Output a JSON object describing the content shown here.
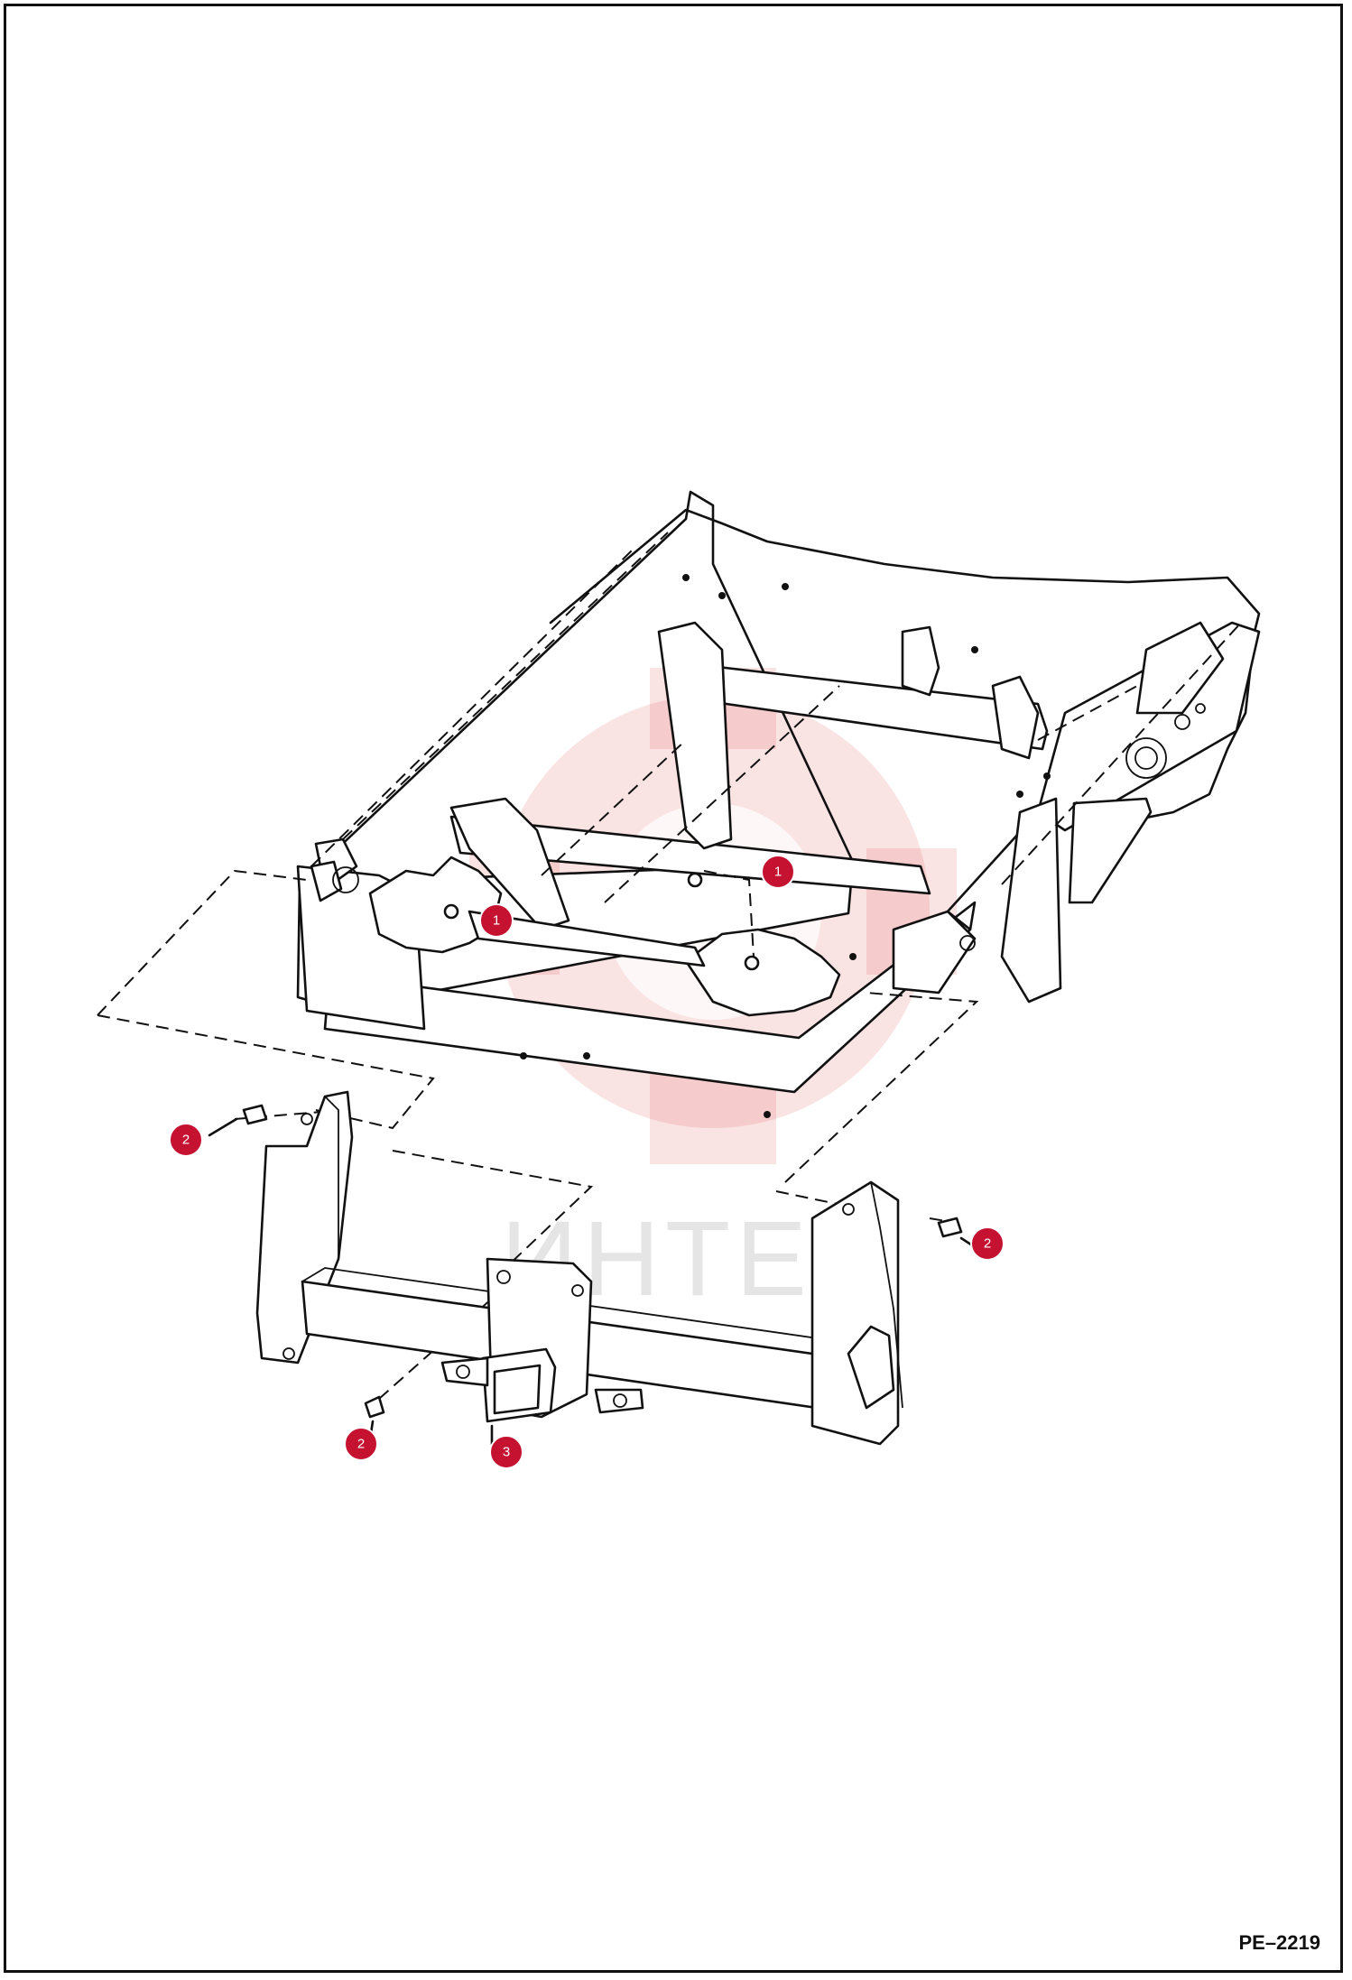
{
  "figure": {
    "part_number": "PE–2219",
    "watermark_text": "ИНТЕХ",
    "accent_color": "#c41230"
  },
  "callouts": [
    {
      "id": "callout-1a",
      "label": "1"
    },
    {
      "id": "callout-1b",
      "label": "1"
    },
    {
      "id": "callout-2a",
      "label": "2"
    },
    {
      "id": "callout-2b",
      "label": "2"
    },
    {
      "id": "callout-2c",
      "label": "2"
    },
    {
      "id": "callout-3",
      "label": "3"
    }
  ]
}
